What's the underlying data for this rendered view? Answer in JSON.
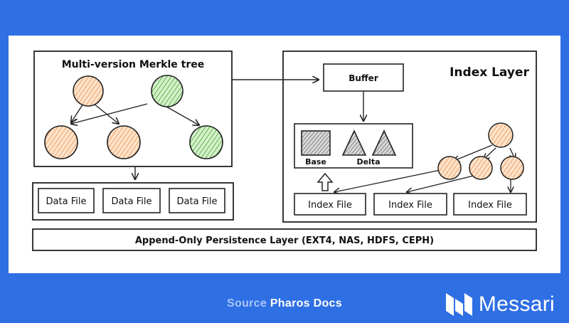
{
  "diagram": {
    "merkle_title": "Multi-version Merkle tree",
    "index_title": "Index Layer",
    "buffer": "Buffer",
    "base": "Base",
    "delta": "Delta",
    "data_files": [
      "Data File",
      "Data File",
      "Data File"
    ],
    "index_files": [
      "Index File",
      "Index File",
      "Index File"
    ],
    "persistence": "Append-Only Persistence Layer (EXT4, NAS, HDFS, CEPH)"
  },
  "footer": {
    "source_label": "Source",
    "source_value": "Pharos Docs",
    "brand": "Messari"
  },
  "colors": {
    "background": "#2f6fe4",
    "orange_node": "#f6b889",
    "green_node": "#7ccb6a",
    "gray_hatch": "#8a8a8a"
  }
}
